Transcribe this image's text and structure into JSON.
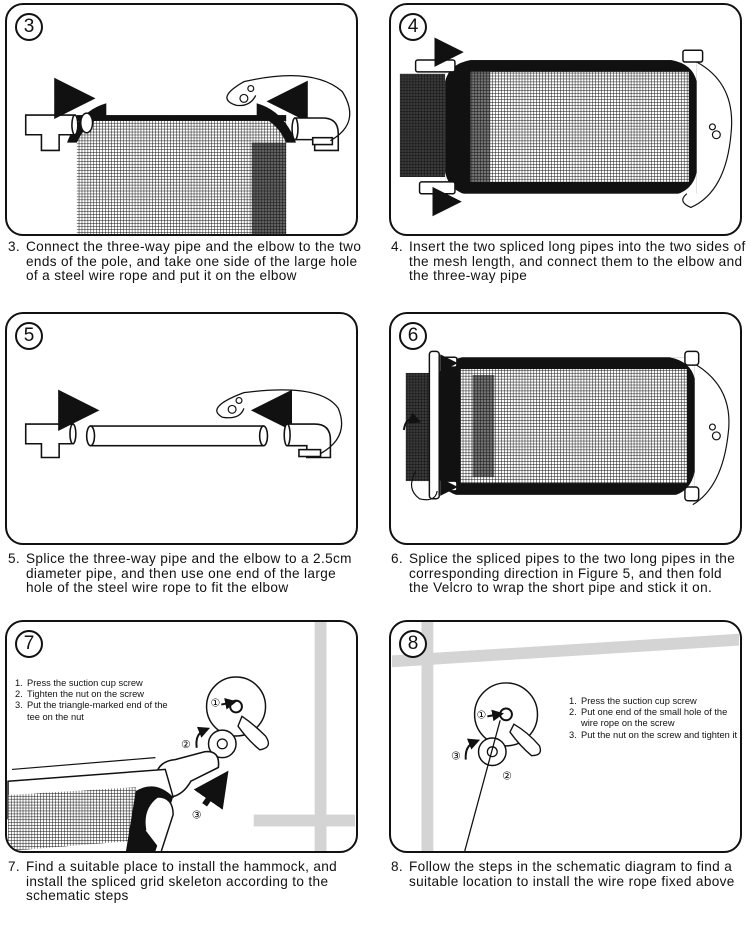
{
  "steps": [
    {
      "number": "3",
      "caption_num": "3.",
      "caption": "Connect the three-way pipe and the elbow to the two ends of the pole, and take one side of the large hole of a steel wire rope and put it on the elbow"
    },
    {
      "number": "4",
      "caption_num": "4.",
      "caption": "Insert the two spliced long pipes into the two sides of the mesh length, and connect them to the elbow and the three-way pipe"
    },
    {
      "number": "5",
      "caption_num": "5.",
      "caption": "Splice the three-way pipe and the elbow to a 2.5cm diameter pipe, and then use one end of the large hole of the steel wire rope to fit the elbow"
    },
    {
      "number": "6",
      "caption_num": "6.",
      "caption": "Splice the spliced pipes to the two long pipes in the corresponding direction in Figure 5, and then fold the Velcro to wrap the short pipe and stick it on."
    },
    {
      "number": "7",
      "caption_num": "7.",
      "caption": "Find a suitable place to install the hammock, and install the spliced grid skeleton according to the schematic steps",
      "sub_steps": [
        {
          "n": "1.",
          "text": "Press the suction cup screw"
        },
        {
          "n": "2.",
          "text": "Tighten the nut on the screw"
        },
        {
          "n": "3.",
          "text": "Put the triangle-marked end of the tee on the nut"
        }
      ],
      "markers": [
        "①",
        "②",
        "③"
      ]
    },
    {
      "number": "8",
      "caption_num": "8.",
      "caption": "Follow the steps in the schematic diagram to find a suitable location to install the wire rope fixed above",
      "sub_steps": [
        {
          "n": "1.",
          "text": "Press the suction cup screw"
        },
        {
          "n": "2.",
          "text": "Put one end of the small hole of the wire rope on the screw"
        },
        {
          "n": "3.",
          "text": "Put the nut on the screw and tighten it"
        }
      ],
      "markers": [
        "①",
        "②",
        "③"
      ]
    }
  ],
  "colors": {
    "line": "#111111",
    "mesh": "#2a2a2a",
    "shadow": "#d4d4d4",
    "bg": "#ffffff"
  }
}
